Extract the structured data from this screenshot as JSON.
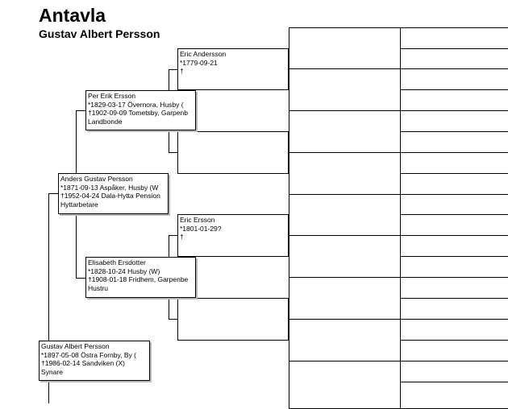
{
  "header": {
    "title": "Antavla",
    "subtitle": "Gustav Albert Persson"
  },
  "persons": {
    "proband": {
      "name": "Gustav Albert Persson",
      "born": "*1897-05-08 Östra Fornby, By (",
      "died": "†1986-02-14 Sandviken (X)",
      "occupation": "Synare"
    },
    "father": {
      "name": "Anders Gustav Persson",
      "born": "*1871-09-13 Aspåker, Husby (W",
      "died": "†1952-04-24 Dala-Hytta Pension",
      "occupation": "Hyttarbetare"
    },
    "paternal_grandfather": {
      "name": "Per Erik Ersson",
      "born": "*1829-03-17 Övernora, Husby (",
      "died": "†1902-09-09 Tometsby, Garpenb",
      "occupation": "Landbonde"
    },
    "paternal_grandmother": {
      "name": "Elisabeth Ersdotter",
      "born": "*1828-10-24 Husby (W)",
      "died": "†1908-01-18 Fridhem, Garpenbe",
      "occupation": "Hustru"
    },
    "ggf_1": {
      "name": "Eric Andersson",
      "born": "*1779-09-21",
      "died": "†"
    },
    "ggf_3": {
      "name": "Eric Ersson",
      "born": "*1801-01-29?",
      "died": "†"
    }
  }
}
